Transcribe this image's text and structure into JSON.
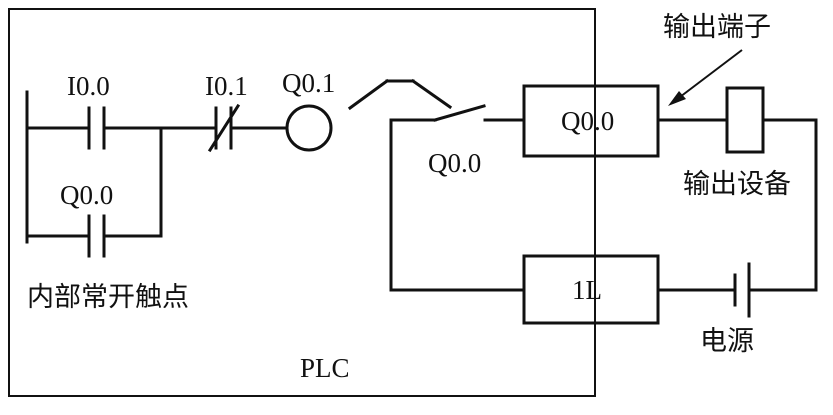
{
  "plc_label": "PLC",
  "internal_contacts_label": "内部常开触点",
  "output_terminal_label": "输出端子",
  "output_device_label": "输出设备",
  "power_supply_label": "电源",
  "contacts": {
    "i00": "I0.0",
    "q00_parallel": "Q0.0",
    "i01": "I0.1"
  },
  "coil_label": "Q0.1",
  "output_switch_label": "Q0.0",
  "terminal_q00": "Q0.0",
  "terminal_1l": "1L"
}
